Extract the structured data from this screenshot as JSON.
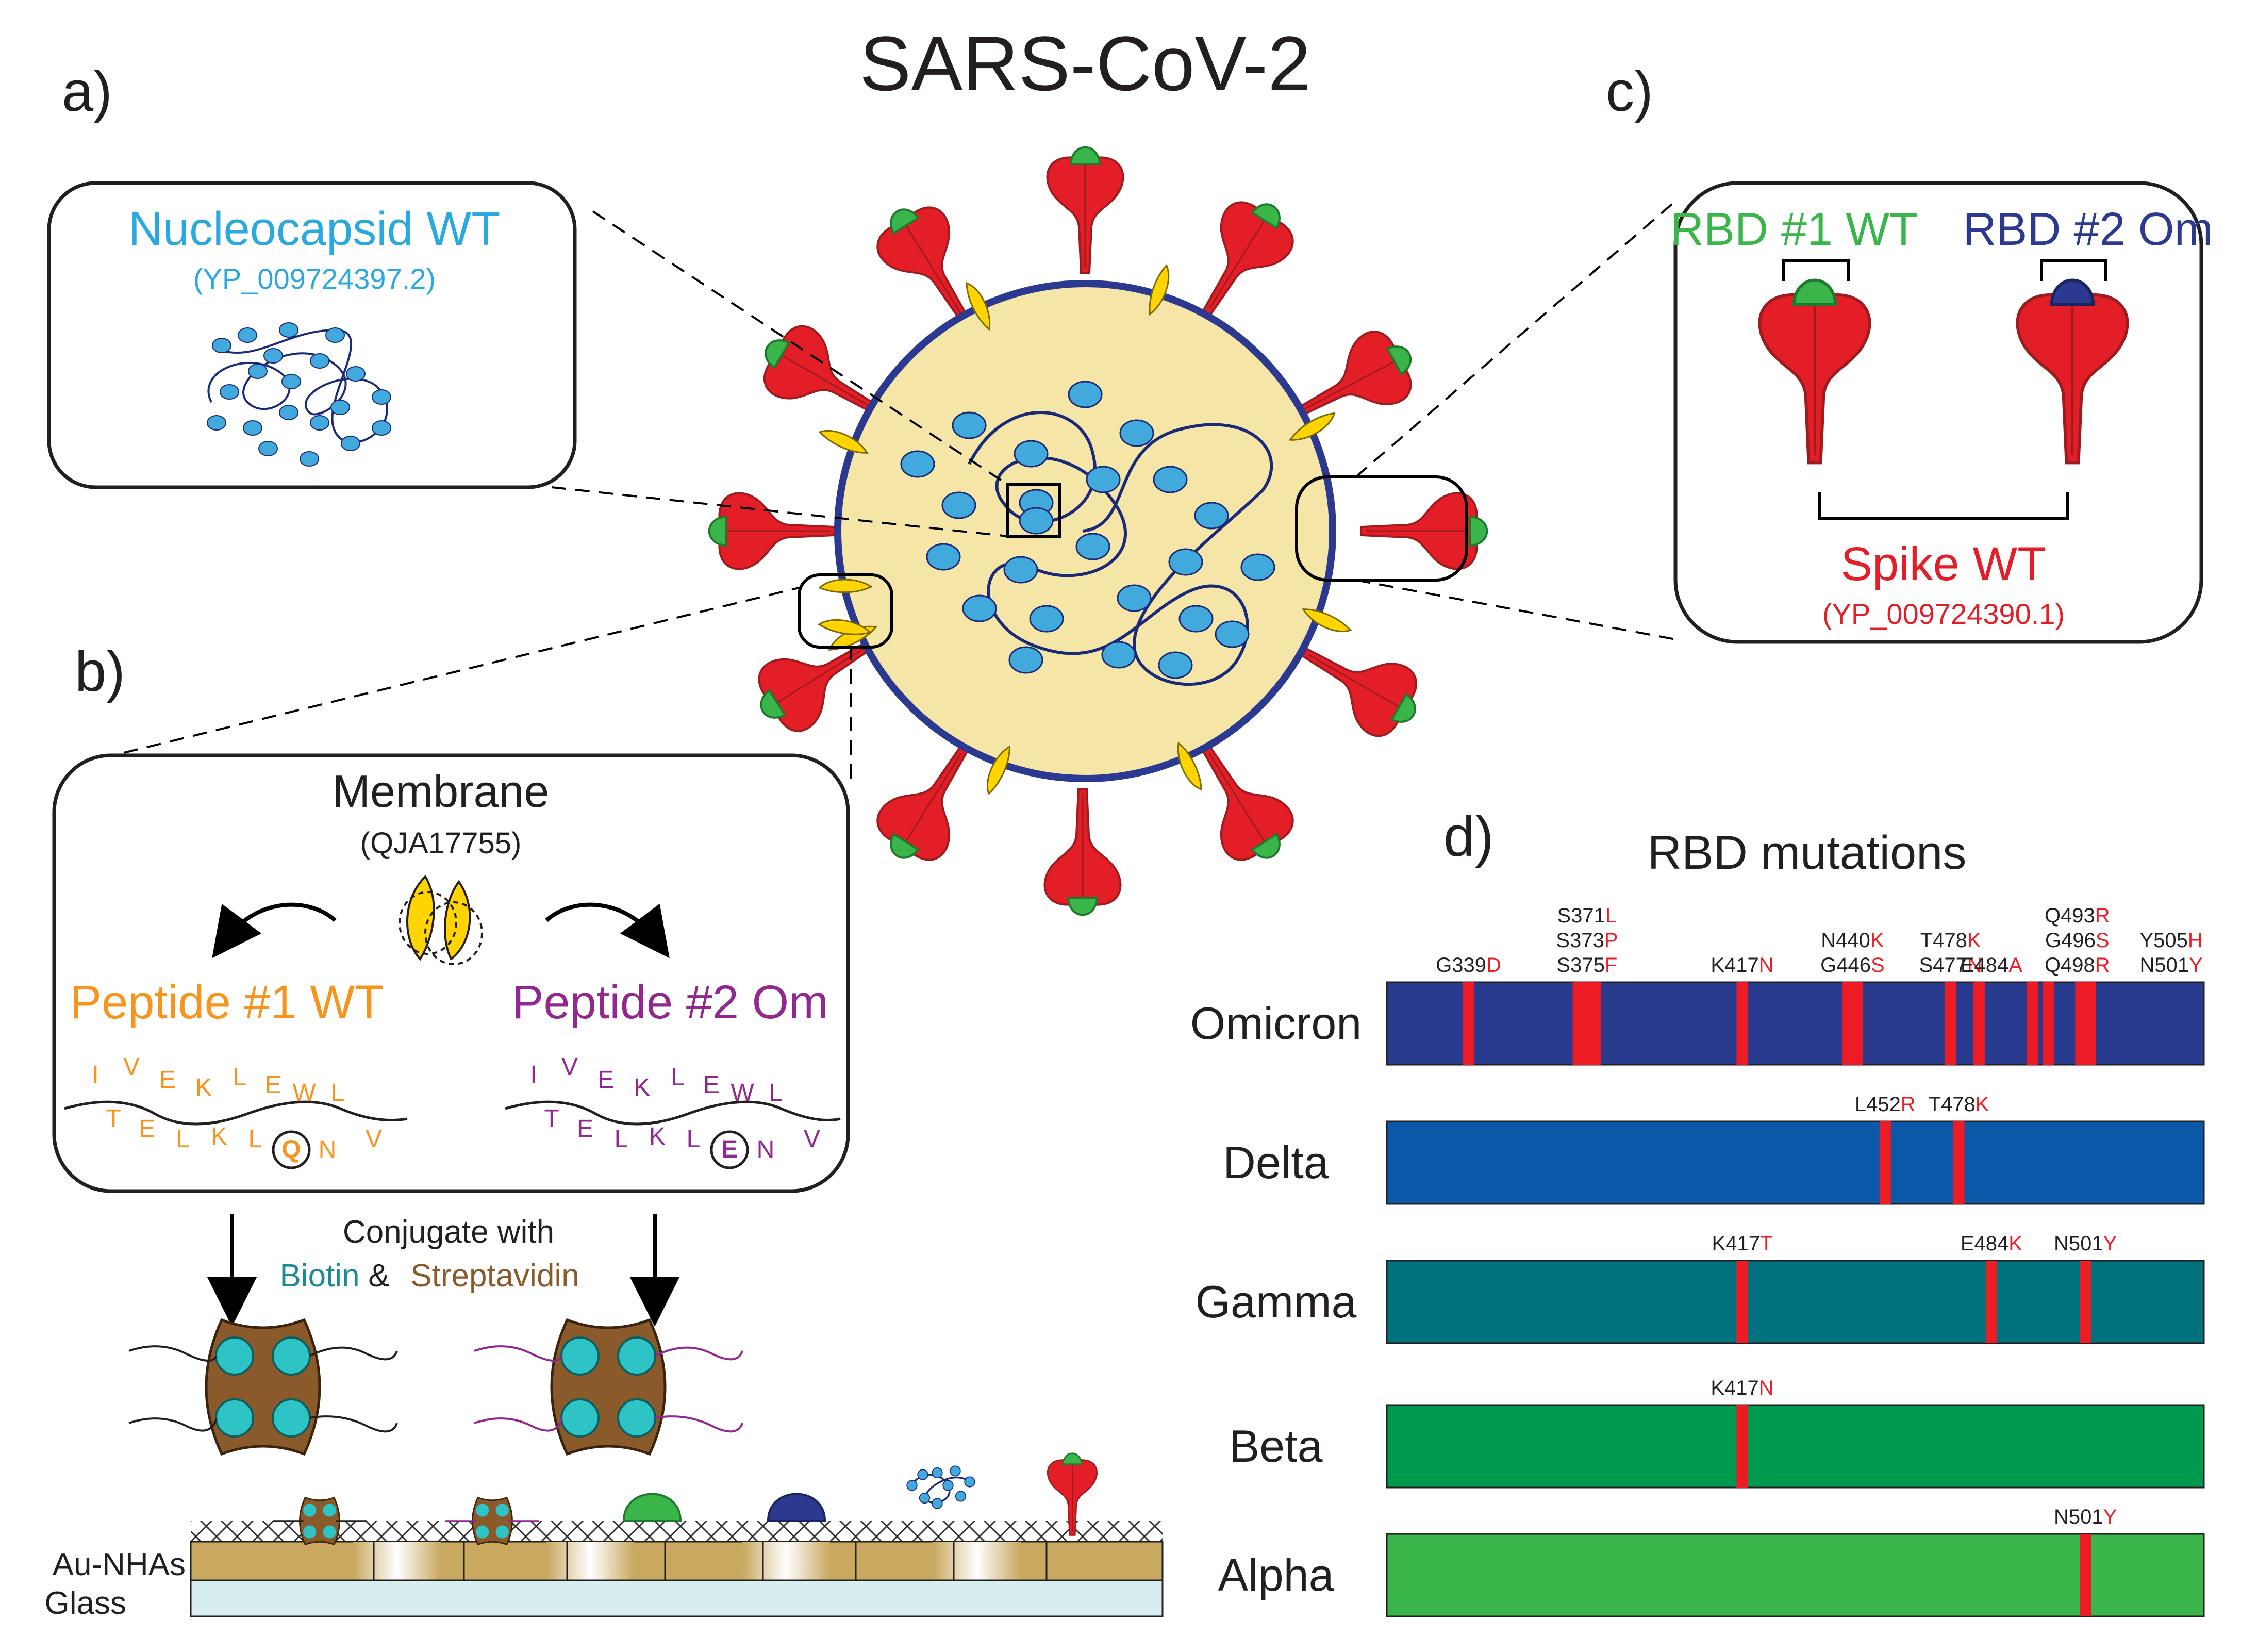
{
  "title": "SARS-CoV-2",
  "panels": {
    "a": "a)",
    "b": "b)",
    "c": "c)",
    "d": "d)"
  },
  "nucleocapsid": {
    "name": "Nucleocapsid WT",
    "accession": "(YP_009724397.2)"
  },
  "rbd": {
    "wt_label": "RBD #1 WT",
    "om_label": "RBD #2 Om",
    "spike_name": "Spike WT",
    "spike_accession": "(YP_009724390.1)"
  },
  "membrane": {
    "name": "Membrane",
    "accession": "(QJA17755)",
    "peptide_wt": "Peptide #1 WT",
    "peptide_om": "Peptide #2 Om",
    "wt_top": [
      "I",
      "V",
      "E",
      "K",
      "L",
      "E",
      "W",
      "L"
    ],
    "wt_bottom": [
      "T",
      "E",
      "L",
      "K",
      "L",
      "Q",
      "N",
      "V"
    ],
    "om_top": [
      "I",
      "V",
      "E",
      "K",
      "L",
      "E",
      "W",
      "L"
    ],
    "om_bottom": [
      "T",
      "E",
      "L",
      "K",
      "L",
      "E",
      "N",
      "V"
    ],
    "conjugate_text": "Conjugate with",
    "biotin": "Biotin",
    "amp": "&",
    "streptavidin": "Streptavidin"
  },
  "substrate": {
    "layer1": "Au-NHAs",
    "layer2": "Glass"
  },
  "mutations": {
    "title": "RBD mutations",
    "variants": [
      {
        "name": "Omicron",
        "color": "#283b8e",
        "marks": [
          {
            "pos": 0.1
          },
          {
            "pos": 0.245,
            "w": 0.035
          },
          {
            "pos": 0.435
          },
          {
            "pos": 0.57,
            "w": 0.025
          },
          {
            "pos": 0.69
          },
          {
            "pos": 0.725
          },
          {
            "pos": 0.79
          },
          {
            "pos": 0.81
          },
          {
            "pos": 0.855,
            "w": 0.025
          }
        ],
        "labels": [
          {
            "pos": 0.1,
            "lines": [
              [
                "G339",
                "D"
              ]
            ]
          },
          {
            "pos": 0.245,
            "lines": [
              [
                "S371",
                "L"
              ],
              [
                "S373",
                "P"
              ],
              [
                "S375",
                "F"
              ]
            ]
          },
          {
            "pos": 0.435,
            "lines": [
              [
                "K417",
                "N"
              ]
            ]
          },
          {
            "pos": 0.57,
            "lines": [
              [
                "N440",
                "K"
              ],
              [
                "G446",
                "S"
              ]
            ]
          },
          {
            "pos": 0.69,
            "lines": [
              [
                "T478",
                "K"
              ],
              [
                "S477",
                "N"
              ]
            ]
          },
          {
            "pos": 0.74,
            "lines": [
              [
                "E484",
                "A"
              ]
            ]
          },
          {
            "pos": 0.845,
            "lines": [
              [
                "Q493",
                "R"
              ],
              [
                "G496",
                "S"
              ],
              [
                "Q498",
                "R"
              ]
            ]
          },
          {
            "pos": 0.96,
            "lines": [
              [
                "Y505",
                "H"
              ],
              [
                "N501",
                "Y"
              ]
            ]
          }
        ]
      },
      {
        "name": "Delta",
        "color": "#0b57a8",
        "marks": [
          {
            "pos": 0.61
          },
          {
            "pos": 0.7
          }
        ],
        "labels": [
          {
            "pos": 0.61,
            "lines": [
              [
                "L452",
                "R"
              ]
            ]
          },
          {
            "pos": 0.7,
            "lines": [
              [
                "T478",
                "K"
              ]
            ]
          }
        ]
      },
      {
        "name": "Gamma",
        "color": "#00727e",
        "marks": [
          {
            "pos": 0.435
          },
          {
            "pos": 0.74
          },
          {
            "pos": 0.855
          }
        ],
        "labels": [
          {
            "pos": 0.435,
            "lines": [
              [
                "K417",
                "T"
              ]
            ]
          },
          {
            "pos": 0.74,
            "lines": [
              [
                "E484",
                "K"
              ]
            ]
          },
          {
            "pos": 0.855,
            "lines": [
              [
                "N501",
                "Y"
              ]
            ]
          }
        ]
      },
      {
        "name": "Beta",
        "color": "#009a4e",
        "marks": [
          {
            "pos": 0.435
          }
        ],
        "labels": [
          {
            "pos": 0.435,
            "lines": [
              [
                "K417",
                "N"
              ]
            ]
          }
        ]
      },
      {
        "name": "Alpha",
        "color": "#3ab54a",
        "marks": [
          {
            "pos": 0.855
          }
        ],
        "labels": [
          {
            "pos": 0.855,
            "lines": [
              [
                "N501",
                "Y"
              ]
            ]
          }
        ]
      }
    ]
  },
  "colors": {
    "spike_red": "#e31e26",
    "rbd_green": "#39b54a",
    "rbd_blue": "#2b3990",
    "membrane_yellow": "#ffd400",
    "virus_fill": "#f5e6a8",
    "virus_edge": "#2b3990",
    "nucleo_blue": "#41a9dc",
    "nucleocapsid_text": "#29a9e0",
    "peptide_wt": "#f7941d",
    "peptide_om": "#92278f",
    "biotin": "#1b8a94",
    "streptavidin": "#8b5a2b",
    "mutation_red": "#ed1c24"
  }
}
